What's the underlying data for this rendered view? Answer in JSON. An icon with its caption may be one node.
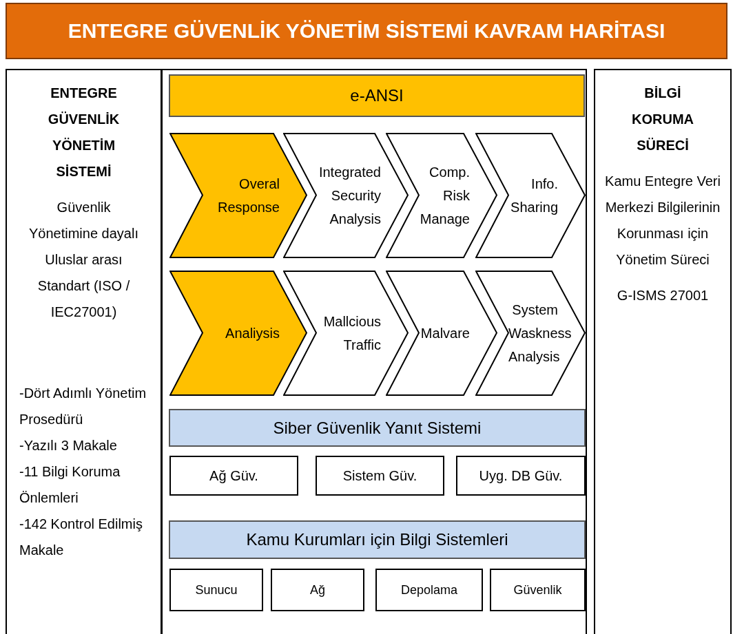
{
  "diagram": {
    "title": "ENTEGRE GÜVENLİK YÖNETİM SİSTEMİ KAVRAM HARİTASI",
    "nodes": [
      {
        "text": [
          "ENTEGRE GÜVENLİK YÖNETİM SİSTEMİ",
          "Güvenlik Yönetimine dayalı Uluslar arası Standart (ISO / IEC27001)",
          "-Dört Adımlı Yönetim Prosedürü",
          "-Yazılı 3 Makale",
          "-11 Bilgi Koruma Önlemleri",
          "-142 Kontrol Edilmiş Makale"
        ]
      },
      {
        "text": [
          "e-ANSI"
        ]
      },
      {
        "text": [
          "Overal Response"
        ]
      },
      {
        "text": [
          "Integrated Security Analysis"
        ]
      },
      {
        "text": [
          "Comp. Risk Manage"
        ]
      },
      {
        "text": [
          "Info. Sharing"
        ]
      },
      {
        "text": [
          "Analiysis"
        ]
      },
      {
        "text": [
          "Mallcious Traffic"
        ]
      },
      {
        "text": [
          "Malvare"
        ]
      },
      {
        "text": [
          "System Waskness Analysis"
        ]
      },
      {
        "text": [
          "Siber Güvenlik Yanıt Sistemi"
        ]
      },
      {
        "text": [
          "Ağ Güv."
        ]
      },
      {
        "text": [
          "Sistem Güv."
        ]
      },
      {
        "text": [
          "Uyg. DB Güv."
        ]
      },
      {
        "text": [
          "Kamu Kurumları için Bilgi Sistemleri"
        ]
      },
      {
        "text": [
          "Sunucu"
        ]
      },
      {
        "text": [
          "Ağ"
        ]
      },
      {
        "text": [
          "Depolama"
        ]
      },
      {
        "text": [
          "Güvenlik"
        ]
      },
      {
        "text": [
          "BİLGİ KORUMA SÜRECİ",
          "Kamu Entegre Veri Merkezi Bilgilerinin Korunması için Yönetim Süreci",
          "G-ISMS 27001"
        ]
      }
    ],
    "edges": []
  }
}
